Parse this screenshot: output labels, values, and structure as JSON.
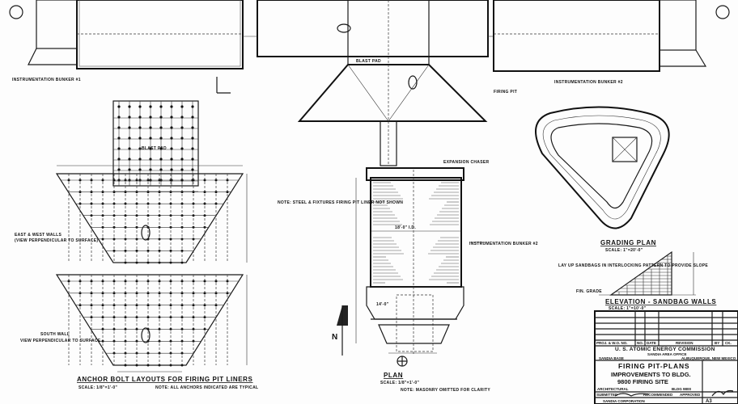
{
  "drawing": {
    "labels": {
      "bunker_1": "INSTRUMENTATION BUNKER #1",
      "bunker_2": "INSTRUMENTATION BUNKER #2",
      "blast_pad_top": "BLAST PAD",
      "blast_pad": "BLAST PAD",
      "east_west_walls": "EAST & WEST WALLS",
      "east_west_note": "(VIEW PERPENDICULAR TO SURFACE)",
      "south_wall": "SOUTH WALL",
      "south_wall_note": "VIEW PERPENDICULAR TO SURFACE",
      "anchor_title": "ANCHOR BOLT LAYOUTS FOR FIRING PIT LINERS",
      "anchor_scale": "SCALE: 1/8\"=1'-0\"",
      "anchor_note": "NOTE: ALL ANCHORS INDICATED ARE TYPICAL",
      "expansion_chaser": "EXPANSION CHASER",
      "firing_pit": "FIRING PIT",
      "instrumentation_bunker": "INSTRUMENTATION BUNKER #2",
      "plan_title": "PLAN",
      "plan_scale": "SCALE: 1/8\"=1'-0\"",
      "plan_note": "NOTE: MASONRY OMITTED FOR CLARITY",
      "north": "N",
      "steel_note": "NOTE: STEEL & FIXTURES FIRING PIT LINER NOT SHOWN",
      "grading_title": "GRADING PLAN",
      "grading_scale": "SCALE: 1\"=20'-0\"",
      "elevation_title": "ELEVATION - SANDBAG WALLS",
      "elevation_scale": "SCALE: 1\"=10'-0\"",
      "sandbag_note": "LAY UP SANDBAGS IN INTERLOCKING PATTERN TO PROVIDE SLOPE",
      "fin_grade": "FIN. GRADE",
      "dim_center": "14'-0\"",
      "dim_plan": "18'-0\" I.D."
    }
  },
  "title_block": {
    "rev_headers": [
      "PROJ. & W.O. NO.",
      "NO.",
      "DATE",
      "REVISION",
      "BY",
      "CK."
    ],
    "agency": "U. S. ATOMIC ENERGY COMMISSION",
    "office": "SANDIA AREA OFFICE",
    "base": "SANDIA BASE",
    "city": "ALBUQUERQUE, NEW MEXICO",
    "sheet_title": "FIRING PIT-PLANS",
    "subtitle_1": "IMPROVEMENTS TO BLDG.",
    "subtitle_2": "9800 FIRING SITE",
    "discipline": "ARCHITECTURAL",
    "building": "BLDG 9800",
    "submitted": "SUBMITTED",
    "recommended": "RECOMMENDED",
    "approved": "APPROVED",
    "firm": "SANDIA CORPORATION",
    "sheet": "A3"
  }
}
